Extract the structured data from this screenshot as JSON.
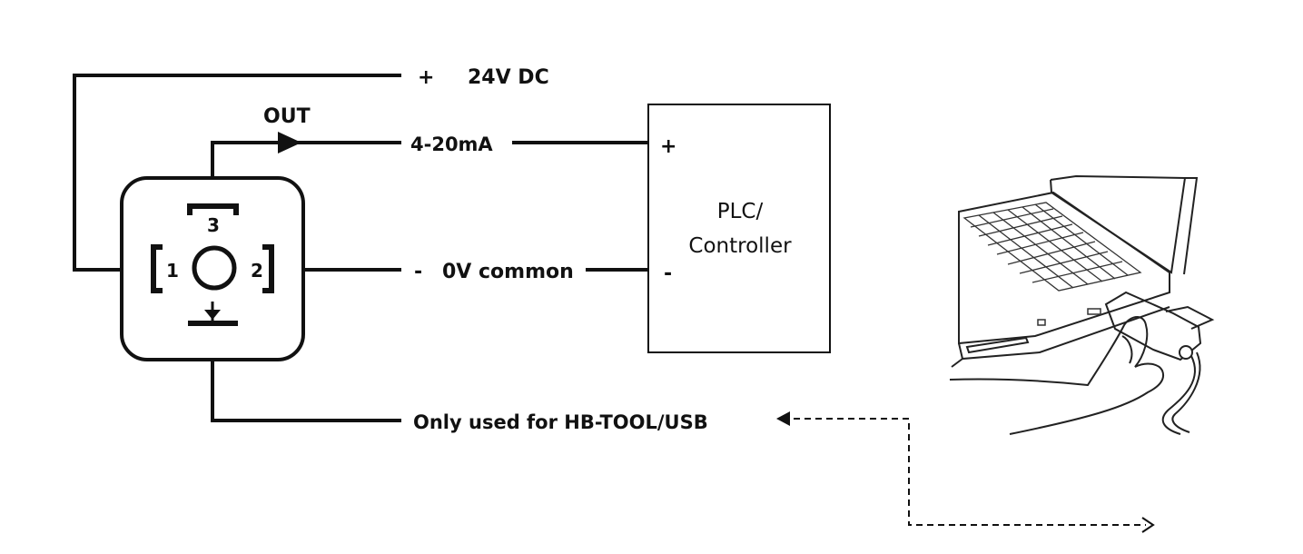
{
  "supply": {
    "plus_sign": "+",
    "label": "24V DC"
  },
  "output": {
    "label": "OUT",
    "signal": "4-20mA"
  },
  "common": {
    "minus_sign": "-",
    "label": "0V common"
  },
  "usb": {
    "label": "Only used for HB-TOOL/USB"
  },
  "connector": {
    "pin1": "1",
    "pin2": "2",
    "pin3": "3"
  },
  "plc": {
    "line1": "PLC/",
    "line2": "Controller",
    "plus_terminal": "+",
    "minus_terminal": "-"
  },
  "colors": {
    "line": "#111111",
    "background": "#ffffff"
  },
  "icons": [
    "arrow-icon",
    "laptop-icon",
    "usb-plug-icon",
    "hand-icon"
  ]
}
